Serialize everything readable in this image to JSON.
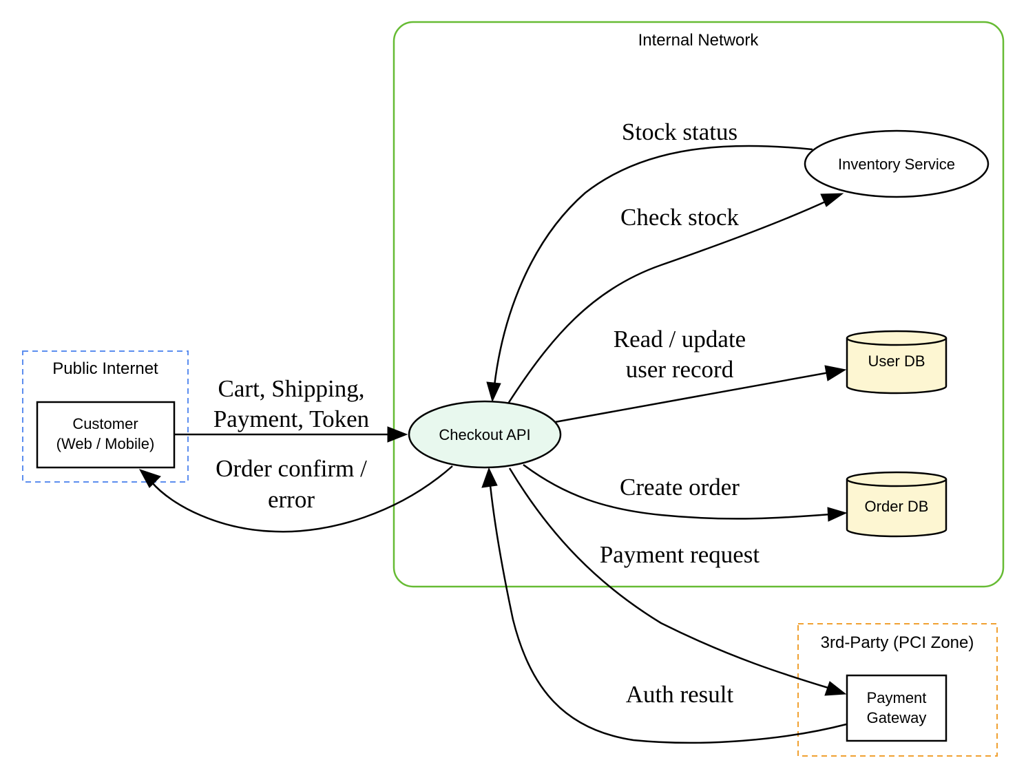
{
  "zones": {
    "internal": {
      "title": "Internal Network",
      "color": "#66bb33"
    },
    "public": {
      "title": "Public Internet",
      "color": "#5b8def"
    },
    "pci": {
      "title": "3rd-Party (PCI Zone)",
      "color": "#f0a030"
    }
  },
  "nodes": {
    "customer": {
      "line1": "Customer",
      "line2": "(Web / Mobile)"
    },
    "checkout": {
      "label": "Checkout API",
      "fill": "#e8f8ee"
    },
    "inventory": {
      "label": "Inventory Service"
    },
    "user_db": {
      "label": "User DB",
      "fill": "#fdf6d2"
    },
    "order_db": {
      "label": "Order DB",
      "fill": "#fdf6d2"
    },
    "payment_gateway": {
      "line1": "Payment",
      "line2": "Gateway"
    }
  },
  "edges": {
    "cart_request": {
      "line1": "Cart, Shipping,",
      "line2": "Payment, Token"
    },
    "order_confirm": {
      "line1": "Order confirm /",
      "line2": "error"
    },
    "stock_status": {
      "label": "Stock status"
    },
    "check_stock": {
      "label": "Check stock"
    },
    "user_record": {
      "line1": "Read / update",
      "line2": "user record"
    },
    "create_order": {
      "label": "Create order"
    },
    "payment_request": {
      "label": "Payment request"
    },
    "auth_result": {
      "label": "Auth result"
    }
  }
}
